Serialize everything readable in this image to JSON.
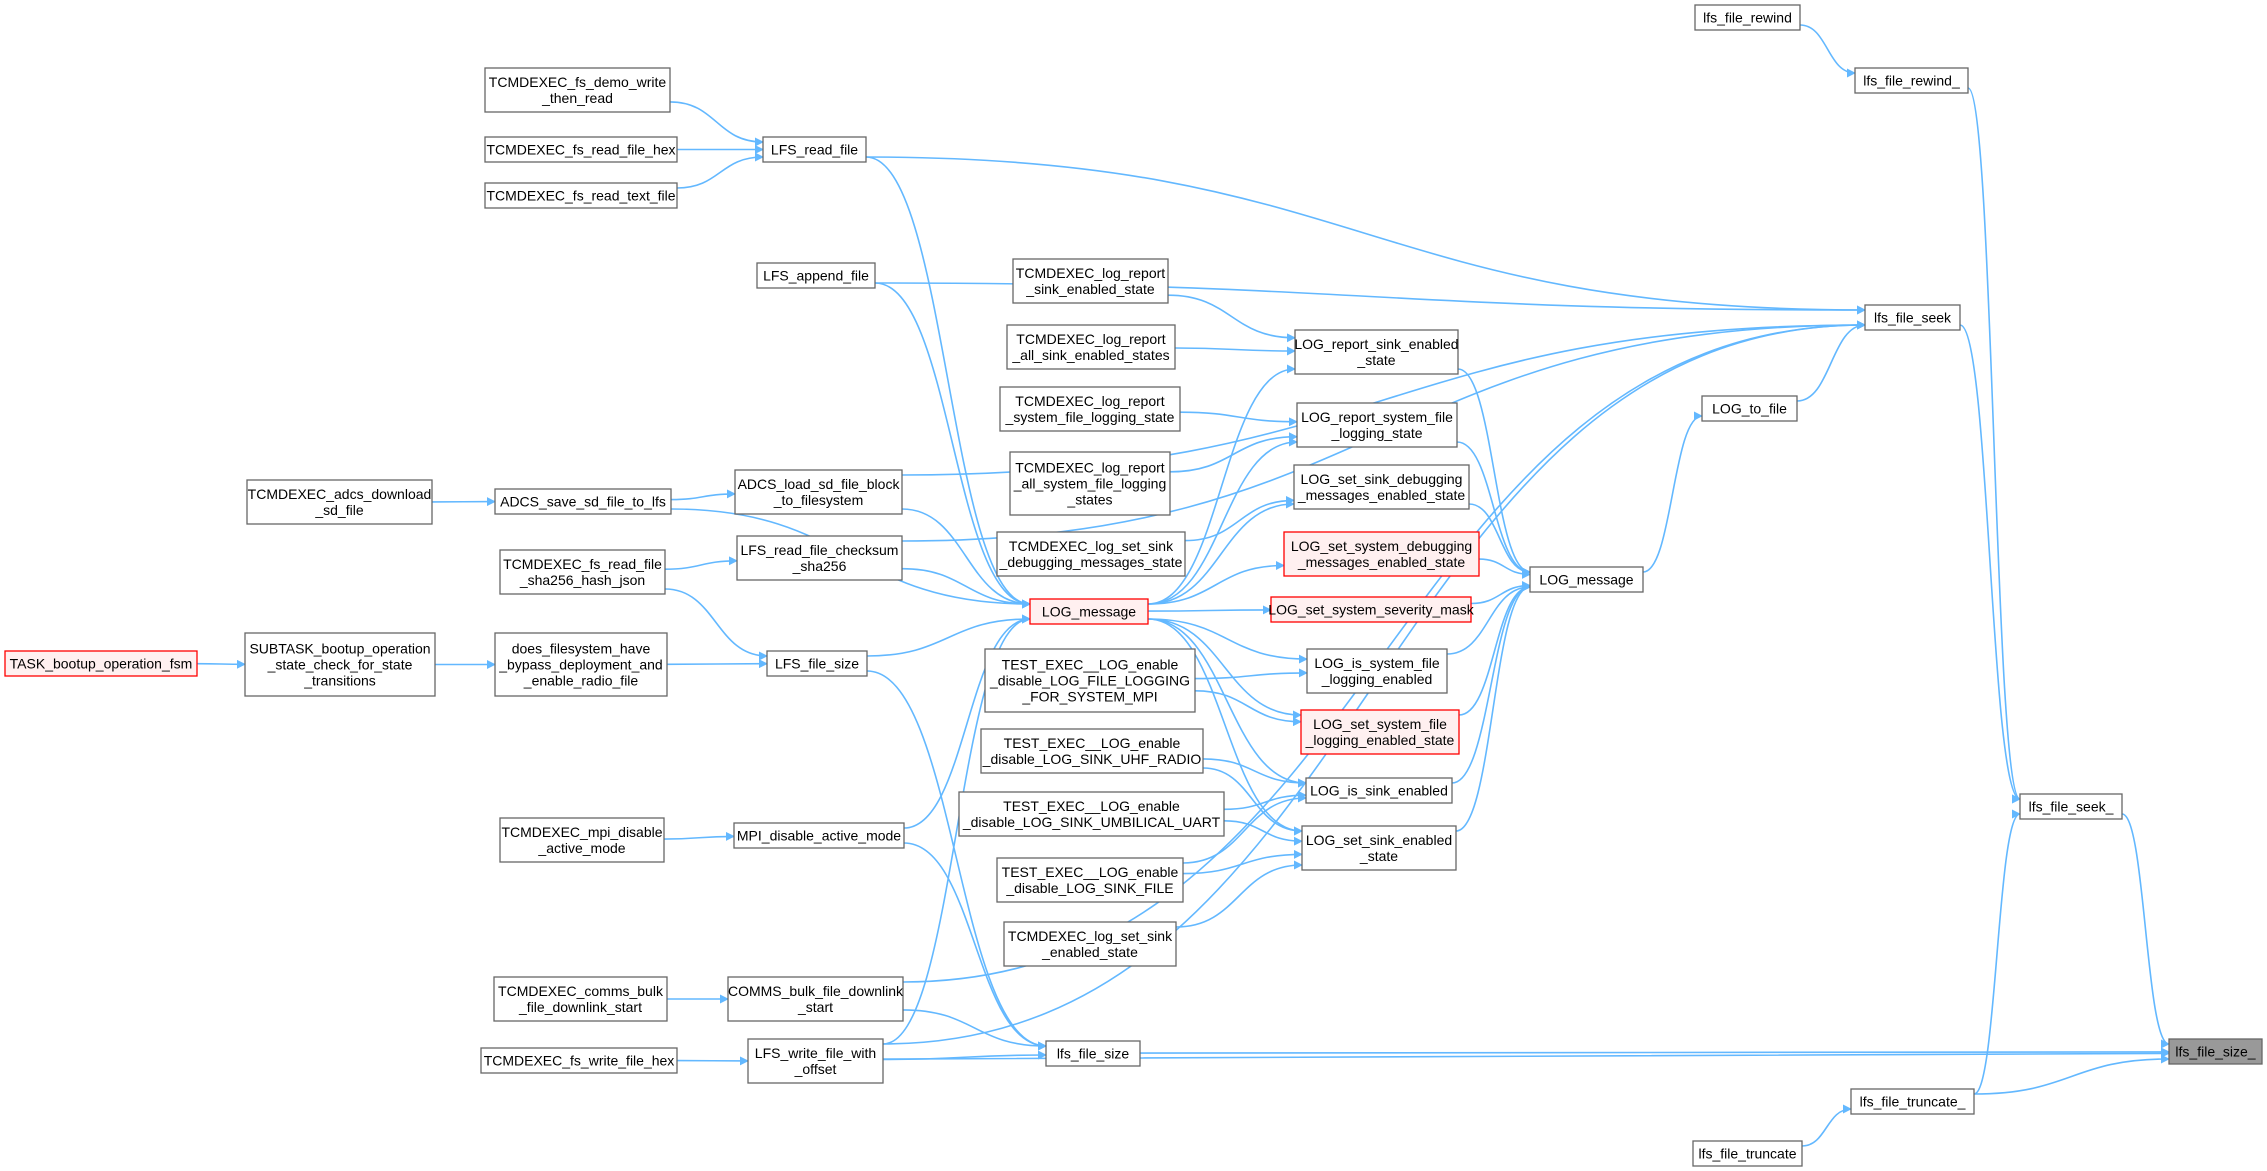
{
  "diagram": {
    "nodes": {
      "lfs_file_rewind": "lfs_file_rewind",
      "lfs_file_rewind_": "lfs_file_rewind_",
      "demo_write_then_read": "TCMDEXEC_fs_demo_write\n_then_read",
      "fs_read_file_hex": "TCMDEXEC_fs_read_file_hex",
      "fs_read_text_file": "TCMDEXEC_fs_read_text_file",
      "LFS_read_file": "LFS_read_file",
      "LFS_append_file": "LFS_append_file",
      "lfs_file_seek": "lfs_file_seek",
      "log_report_sink_enabled_state": "TCMDEXEC_log_report\n_sink_enabled_state",
      "log_report_all_sink_enabled_states": "TCMDEXEC_log_report\n_all_sink_enabled_states",
      "LOG_report_sink_enabled_state": "LOG_report_sink_enabled\n_state",
      "log_report_system_file_logging_state": "TCMDEXEC_log_report\n_system_file_logging_state",
      "LOG_report_system_file_logging_state": "LOG_report_system_file\n_logging_state",
      "LOG_to_file": "LOG_to_file",
      "log_report_all_system_file_logging_states": "TCMDEXEC_log_report\n_all_system_file_logging\n_states",
      "LOG_set_sink_debugging_messages_enabled_state": "LOG_set_sink_debugging\n_messages_enabled_state",
      "adcs_download_sd_file": "TCMDEXEC_adcs_download\n_sd_file",
      "ADCS_save_sd_file_to_lfs": "ADCS_save_sd_file_to_lfs",
      "ADCS_load_sd_file_block_to_filesystem": "ADCS_load_sd_file_block\n_to_filesystem",
      "log_set_sink_debugging_messages_state": "TCMDEXEC_log_set_sink\n_debugging_messages_state",
      "LOG_set_system_debugging_messages_enabled_state": "LOG_set_system_debugging\n_messages_enabled_state",
      "LOG_message_right": "LOG_message",
      "fs_read_file_sha256_hash_json": "TCMDEXEC_fs_read_file\n_sha256_hash_json",
      "LFS_read_file_checksum_sha256": "LFS_read_file_checksum\n_sha256",
      "LOG_set_system_severity_mask": "LOG_set_system_severity_mask",
      "LOG_message_center": "LOG_message",
      "TASK_bootup_operation_fsm": "TASK_bootup_operation_fsm",
      "SUBTASK_bootup_operation_state_check": "SUBTASK_bootup_operation\n_state_check_for_state\n_transitions",
      "does_filesystem_have_bypass": "does_filesystem_have\n_bypass_deployment_and\n_enable_radio_file",
      "LFS_file_size": "LFS_file_size",
      "test_exec_file_logging_system_mpi": "TEST_EXEC__LOG_enable\n_disable_LOG_FILE_LOGGING\n_FOR_SYSTEM_MPI",
      "LOG_is_system_file_logging_enabled": "LOG_is_system_file\n_logging_enabled",
      "LOG_set_system_file_logging_enabled_state": "LOG_set_system_file\n_logging_enabled_state",
      "test_exec_sink_uhf_radio": "TEST_EXEC__LOG_enable\n_disable_LOG_SINK_UHF_RADIO",
      "LOG_is_sink_enabled": "LOG_is_sink_enabled",
      "test_exec_sink_umbilical_uart": "TEST_EXEC__LOG_enable\n_disable_LOG_SINK_UMBILICAL_UART",
      "lfs_file_seek_": "lfs_file_seek_",
      "mpi_disable_active_mode": "TCMDEXEC_mpi_disable\n_active_mode",
      "MPI_disable_active_mode": "MPI_disable_active_mode",
      "LOG_set_sink_enabled_state": "LOG_set_sink_enabled\n_state",
      "test_exec_sink_file": "TEST_EXEC__LOG_enable\n_disable_LOG_SINK_FILE",
      "log_set_sink_enabled_state": "TCMDEXEC_log_set_sink\n_enabled_state",
      "comms_bulk_file_downlink_start": "TCMDEXEC_comms_bulk\n_file_downlink_start",
      "COMMS_bulk_file_downlink_start": "COMMS_bulk_file_downlink\n_start",
      "lfs_file_size_": "lfs_file_size_",
      "fs_write_file_hex": "TCMDEXEC_fs_write_file_hex",
      "LFS_write_file_with_offset": "LFS_write_file_with\n_offset",
      "lfs_file_size": "lfs_file_size",
      "lfs_file_truncate_": "lfs_file_truncate_",
      "lfs_file_truncate": "lfs_file_truncate"
    },
    "edges": [
      [
        "lfs_file_rewind",
        "lfs_file_rewind_"
      ],
      [
        "lfs_file_rewind_",
        "lfs_file_seek_"
      ],
      [
        "demo_write_then_read",
        "LFS_read_file"
      ],
      [
        "fs_read_file_hex",
        "LFS_read_file"
      ],
      [
        "fs_read_text_file",
        "LFS_read_file"
      ],
      [
        "LFS_read_file",
        "lfs_file_seek"
      ],
      [
        "LFS_read_file",
        "LOG_message_center"
      ],
      [
        "LFS_append_file",
        "lfs_file_seek"
      ],
      [
        "LFS_append_file",
        "LOG_message_center"
      ],
      [
        "ADCS_load_sd_file_block_to_filesystem",
        "lfs_file_seek"
      ],
      [
        "ADCS_load_sd_file_block_to_filesystem",
        "LOG_message_center"
      ],
      [
        "LFS_read_file_checksum_sha256",
        "lfs_file_seek"
      ],
      [
        "LFS_read_file_checksum_sha256",
        "LOG_message_center"
      ],
      [
        "LOG_to_file",
        "lfs_file_seek"
      ],
      [
        "LOG_message_right",
        "LOG_to_file"
      ],
      [
        "lfs_file_seek",
        "lfs_file_seek_"
      ],
      [
        "log_report_sink_enabled_state",
        "LOG_report_sink_enabled_state"
      ],
      [
        "log_report_all_sink_enabled_states",
        "LOG_report_sink_enabled_state"
      ],
      [
        "log_report_system_file_logging_state",
        "LOG_report_system_file_logging_state"
      ],
      [
        "log_report_all_system_file_logging_states",
        "LOG_report_system_file_logging_state"
      ],
      [
        "log_set_sink_debugging_messages_state",
        "LOG_set_sink_debugging_messages_enabled_state"
      ],
      [
        "LOG_report_sink_enabled_state",
        "LOG_message_right"
      ],
      [
        "LOG_report_system_file_logging_state",
        "LOG_message_right"
      ],
      [
        "LOG_set_sink_debugging_messages_enabled_state",
        "LOG_message_right"
      ],
      [
        "LOG_set_system_debugging_messages_enabled_state",
        "LOG_message_right"
      ],
      [
        "LOG_set_system_severity_mask",
        "LOG_message_right"
      ],
      [
        "LOG_is_system_file_logging_enabled",
        "LOG_message_right"
      ],
      [
        "LOG_set_system_file_logging_enabled_state",
        "LOG_message_right"
      ],
      [
        "LOG_is_sink_enabled",
        "LOG_message_right"
      ],
      [
        "LOG_set_sink_enabled_state",
        "LOG_message_right"
      ],
      [
        "LOG_message_center",
        "LOG_report_sink_enabled_state"
      ],
      [
        "LOG_message_center",
        "LOG_report_system_file_logging_state"
      ],
      [
        "LOG_message_center",
        "LOG_set_sink_debugging_messages_enabled_state"
      ],
      [
        "LOG_message_center",
        "LOG_set_system_debugging_messages_enabled_state"
      ],
      [
        "LOG_message_center",
        "LOG_set_system_severity_mask"
      ],
      [
        "LOG_message_center",
        "LOG_is_system_file_logging_enabled"
      ],
      [
        "LOG_message_center",
        "LOG_set_system_file_logging_enabled_state"
      ],
      [
        "LOG_message_center",
        "LOG_is_sink_enabled"
      ],
      [
        "LOG_message_center",
        "LOG_set_sink_enabled_state"
      ],
      [
        "adcs_download_sd_file",
        "ADCS_save_sd_file_to_lfs"
      ],
      [
        "ADCS_save_sd_file_to_lfs",
        "ADCS_load_sd_file_block_to_filesystem"
      ],
      [
        "ADCS_save_sd_file_to_lfs",
        "LOG_message_center"
      ],
      [
        "fs_read_file_sha256_hash_json",
        "LFS_read_file_checksum_sha256"
      ],
      [
        "fs_read_file_sha256_hash_json",
        "LFS_file_size"
      ],
      [
        "TASK_bootup_operation_fsm",
        "SUBTASK_bootup_operation_state_check"
      ],
      [
        "SUBTASK_bootup_operation_state_check",
        "does_filesystem_have_bypass"
      ],
      [
        "does_filesystem_have_bypass",
        "LFS_file_size"
      ],
      [
        "LFS_file_size",
        "LOG_message_center"
      ],
      [
        "LFS_file_size",
        "lfs_file_size"
      ],
      [
        "test_exec_file_logging_system_mpi",
        "LOG_is_system_file_logging_enabled"
      ],
      [
        "test_exec_file_logging_system_mpi",
        "LOG_set_system_file_logging_enabled_state"
      ],
      [
        "test_exec_sink_uhf_radio",
        "LOG_is_sink_enabled"
      ],
      [
        "test_exec_sink_uhf_radio",
        "LOG_set_sink_enabled_state"
      ],
      [
        "test_exec_sink_umbilical_uart",
        "LOG_is_sink_enabled"
      ],
      [
        "test_exec_sink_umbilical_uart",
        "LOG_set_sink_enabled_state"
      ],
      [
        "test_exec_sink_file",
        "LOG_is_sink_enabled"
      ],
      [
        "test_exec_sink_file",
        "LOG_set_sink_enabled_state"
      ],
      [
        "log_set_sink_enabled_state",
        "LOG_set_sink_enabled_state"
      ],
      [
        "mpi_disable_active_mode",
        "MPI_disable_active_mode"
      ],
      [
        "MPI_disable_active_mode",
        "LOG_message_center"
      ],
      [
        "MPI_disable_active_mode",
        "lfs_file_size"
      ],
      [
        "comms_bulk_file_downlink_start",
        "COMMS_bulk_file_downlink_start"
      ],
      [
        "COMMS_bulk_file_downlink_start",
        "lfs_file_seek"
      ],
      [
        "COMMS_bulk_file_downlink_start",
        "lfs_file_size"
      ],
      [
        "fs_write_file_hex",
        "LFS_write_file_with_offset"
      ],
      [
        "LFS_write_file_with_offset",
        "lfs_file_seek"
      ],
      [
        "LFS_write_file_with_offset",
        "LOG_message_center"
      ],
      [
        "LFS_write_file_with_offset",
        "lfs_file_size"
      ],
      [
        "LFS_write_file_with_offset",
        "lfs_file_size_"
      ],
      [
        "lfs_file_size",
        "lfs_file_size_"
      ],
      [
        "lfs_file_seek_",
        "lfs_file_size_"
      ],
      [
        "lfs_file_truncate",
        "lfs_file_truncate_"
      ],
      [
        "lfs_file_truncate_",
        "lfs_file_seek_"
      ],
      [
        "lfs_file_truncate_",
        "lfs_file_size_"
      ]
    ],
    "colors": {
      "edge": "#63b8ff",
      "node_border": "#666666",
      "highlight_border": "#ff0000",
      "highlight_fill": "#fff0f0",
      "focus_fill": "#999999"
    }
  }
}
